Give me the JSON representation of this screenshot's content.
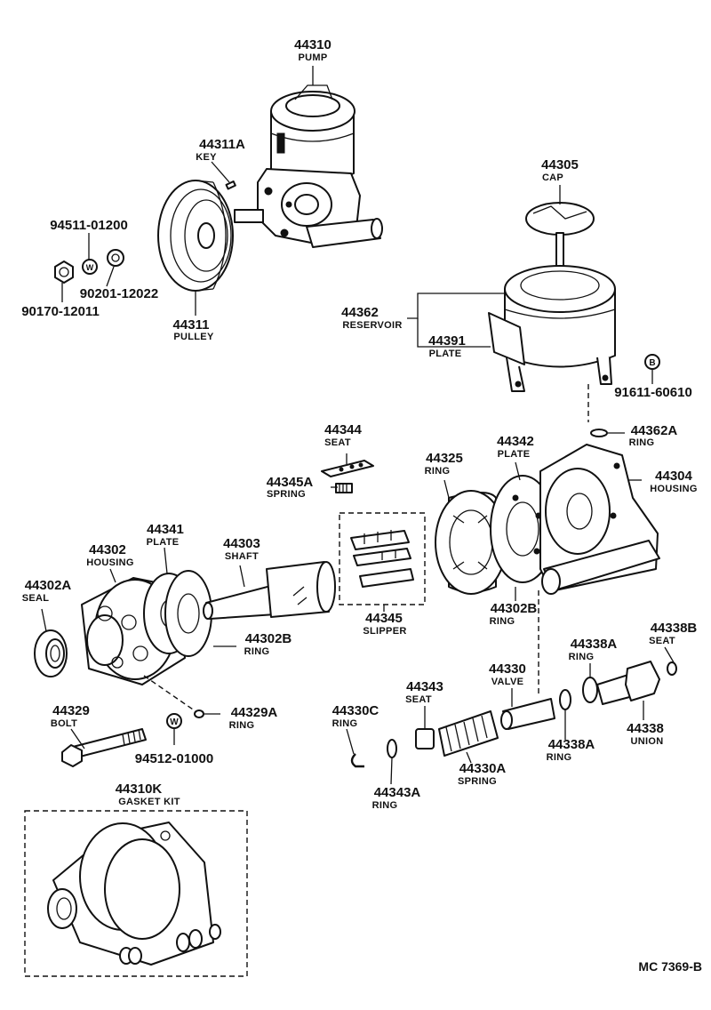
{
  "labels": [
    {
      "id": "44310",
      "part": "44310",
      "name": "PUMP"
    },
    {
      "id": "44311A",
      "part": "44311A",
      "name": "KEY"
    },
    {
      "id": "44311",
      "part": "44311",
      "name": "PULLEY"
    },
    {
      "id": "94511-01200",
      "part": "94511-01200",
      "name": ""
    },
    {
      "id": "90201-12022",
      "part": "90201-12022",
      "name": ""
    },
    {
      "id": "90170-12011",
      "part": "90170-12011",
      "name": ""
    },
    {
      "id": "44305",
      "part": "44305",
      "name": "CAP"
    },
    {
      "id": "44362",
      "part": "44362",
      "name": "RESERVOIR"
    },
    {
      "id": "44391",
      "part": "44391",
      "name": "PLATE"
    },
    {
      "id": "91611-60610",
      "part": "91611-60610",
      "name": ""
    },
    {
      "id": "44362A",
      "part": "44362A",
      "name": "RING"
    },
    {
      "id": "44344",
      "part": "44344",
      "name": "SEAT"
    },
    {
      "id": "44345A",
      "part": "44345A",
      "name": "SPRING"
    },
    {
      "id": "44325",
      "part": "44325",
      "name": "RING"
    },
    {
      "id": "44342",
      "part": "44342",
      "name": "PLATE"
    },
    {
      "id": "44304",
      "part": "44304",
      "name": "HOUSING"
    },
    {
      "id": "44341",
      "part": "44341",
      "name": "PLATE"
    },
    {
      "id": "44302",
      "part": "44302",
      "name": "HOUSING"
    },
    {
      "id": "44303",
      "part": "44303",
      "name": "SHAFT"
    },
    {
      "id": "44302A",
      "part": "44302A",
      "name": "SEAL"
    },
    {
      "id": "44302B-left",
      "part": "44302B",
      "name": "RING"
    },
    {
      "id": "44345",
      "part": "44345",
      "name": "SLIPPER"
    },
    {
      "id": "44302B-right",
      "part": "44302B",
      "name": "RING"
    },
    {
      "id": "44338B",
      "part": "44338B",
      "name": "SEAT"
    },
    {
      "id": "44338A-top",
      "part": "44338A",
      "name": "RING"
    },
    {
      "id": "44330",
      "part": "44330",
      "name": "VALVE"
    },
    {
      "id": "44343",
      "part": "44343",
      "name": "SEAT"
    },
    {
      "id": "44330C",
      "part": "44330C",
      "name": "RING"
    },
    {
      "id": "44329",
      "part": "44329",
      "name": "BOLT"
    },
    {
      "id": "44329A",
      "part": "44329A",
      "name": "RING"
    },
    {
      "id": "94512-01000",
      "part": "94512-01000",
      "name": ""
    },
    {
      "id": "44338",
      "part": "44338",
      "name": "UNION"
    },
    {
      "id": "44338A-bottom",
      "part": "44338A",
      "name": "RING"
    },
    {
      "id": "44330A",
      "part": "44330A",
      "name": "SPRING"
    },
    {
      "id": "44343A",
      "part": "44343A",
      "name": "RING"
    },
    {
      "id": "44310K",
      "part": "44310K",
      "name": "GASKET KIT"
    }
  ],
  "washer_mark": "W",
  "bolt_mark": "B",
  "figure_code": "MC  7369-B"
}
